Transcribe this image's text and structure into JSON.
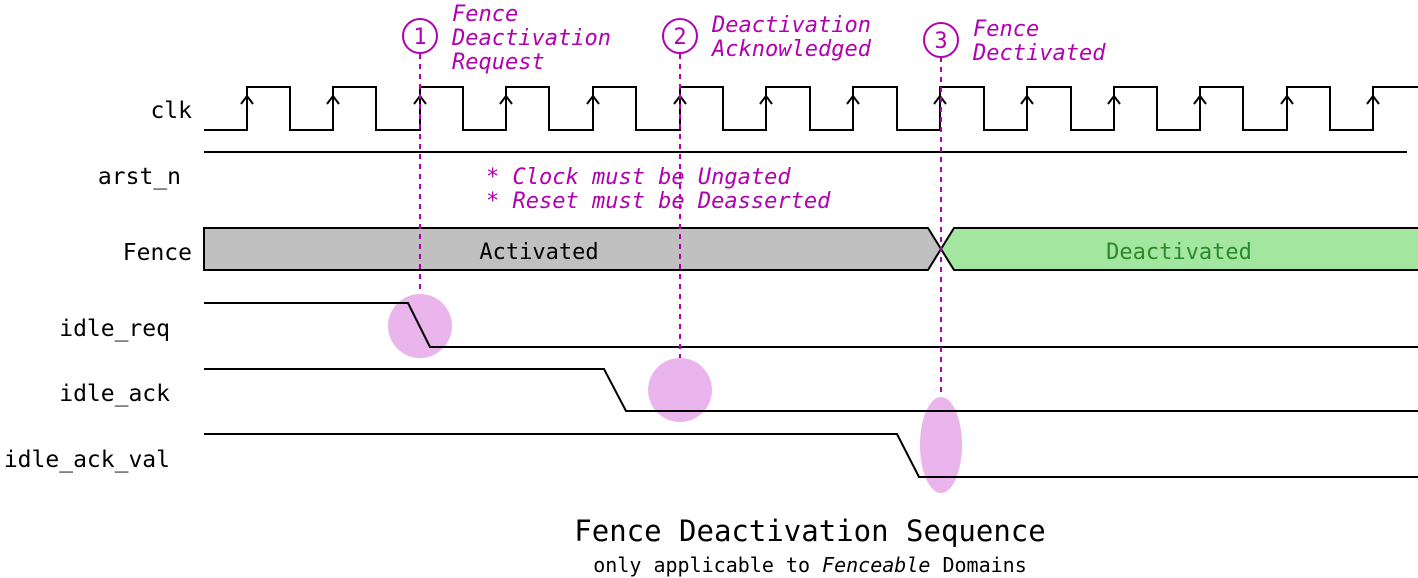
{
  "signals": {
    "clk": "clk",
    "arst_n": "arst_n",
    "fence": "Fence",
    "idle_req": "idle_req",
    "idle_ack": "idle_ack",
    "idle_ack_val": "idle_ack_val"
  },
  "fence_states": {
    "activated": "Activated",
    "deactivated": "Deactivated"
  },
  "markers": [
    {
      "number": "1",
      "lines": [
        "Fence",
        "Deactivation",
        "Request"
      ]
    },
    {
      "number": "2",
      "lines": [
        "Deactivation",
        "Acknowledged"
      ]
    },
    {
      "number": "3",
      "lines": [
        "Fence",
        "Dectivated"
      ]
    }
  ],
  "notes": [
    "* Clock must be Ungated",
    "* Reset must be Deasserted"
  ],
  "caption": {
    "title": "Fence Deactivation Sequence",
    "subtitle_pre": "only applicable to ",
    "subtitle_em": "Fenceable",
    "subtitle_post": " Domains"
  },
  "colors": {
    "annotation": "#b000b0",
    "activated_fill": "#c0c0c0",
    "deactivated_fill": "#a2e6a0",
    "deactivated_text": "#2a8a2a",
    "highlight": "#eab4ec"
  }
}
